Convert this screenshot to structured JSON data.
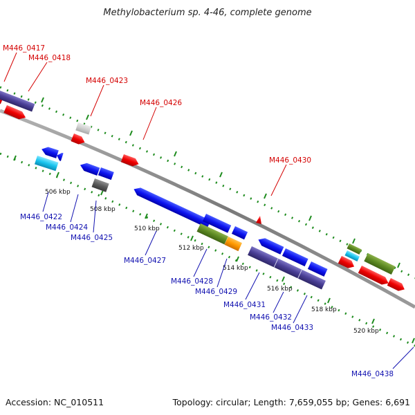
{
  "title": "Methylobacterium sp. 4-46, complete genome",
  "accession": "Accession: NC_010511",
  "topology": "Topology: circular; Length: 7,659,055 bp; Genes: 6,691",
  "scale_labels": [
    "506 kbp",
    "508 kbp",
    "510 kbp",
    "512 kbp",
    "514 kbp",
    "516 kbp",
    "518 kbp",
    "520 kbp"
  ],
  "top_gene_labels": [
    "M446_0417",
    "M446_0418",
    "M446_0423",
    "M446_0426",
    "M446_0430"
  ],
  "bottom_gene_labels": [
    "M446_0422",
    "M446_0424",
    "M446_0425",
    "M446_0427",
    "M446_0428",
    "M446_0429",
    "M446_0431",
    "M446_0432",
    "M446_0433",
    "M446_0438"
  ],
  "colors": {
    "forward": "#ff0000",
    "reverse": "#0000ff",
    "backbone": "#8a8a8a",
    "dots": "#1e8c1e",
    "top_label": "#d40000",
    "bottom_label": "#1010b0"
  }
}
